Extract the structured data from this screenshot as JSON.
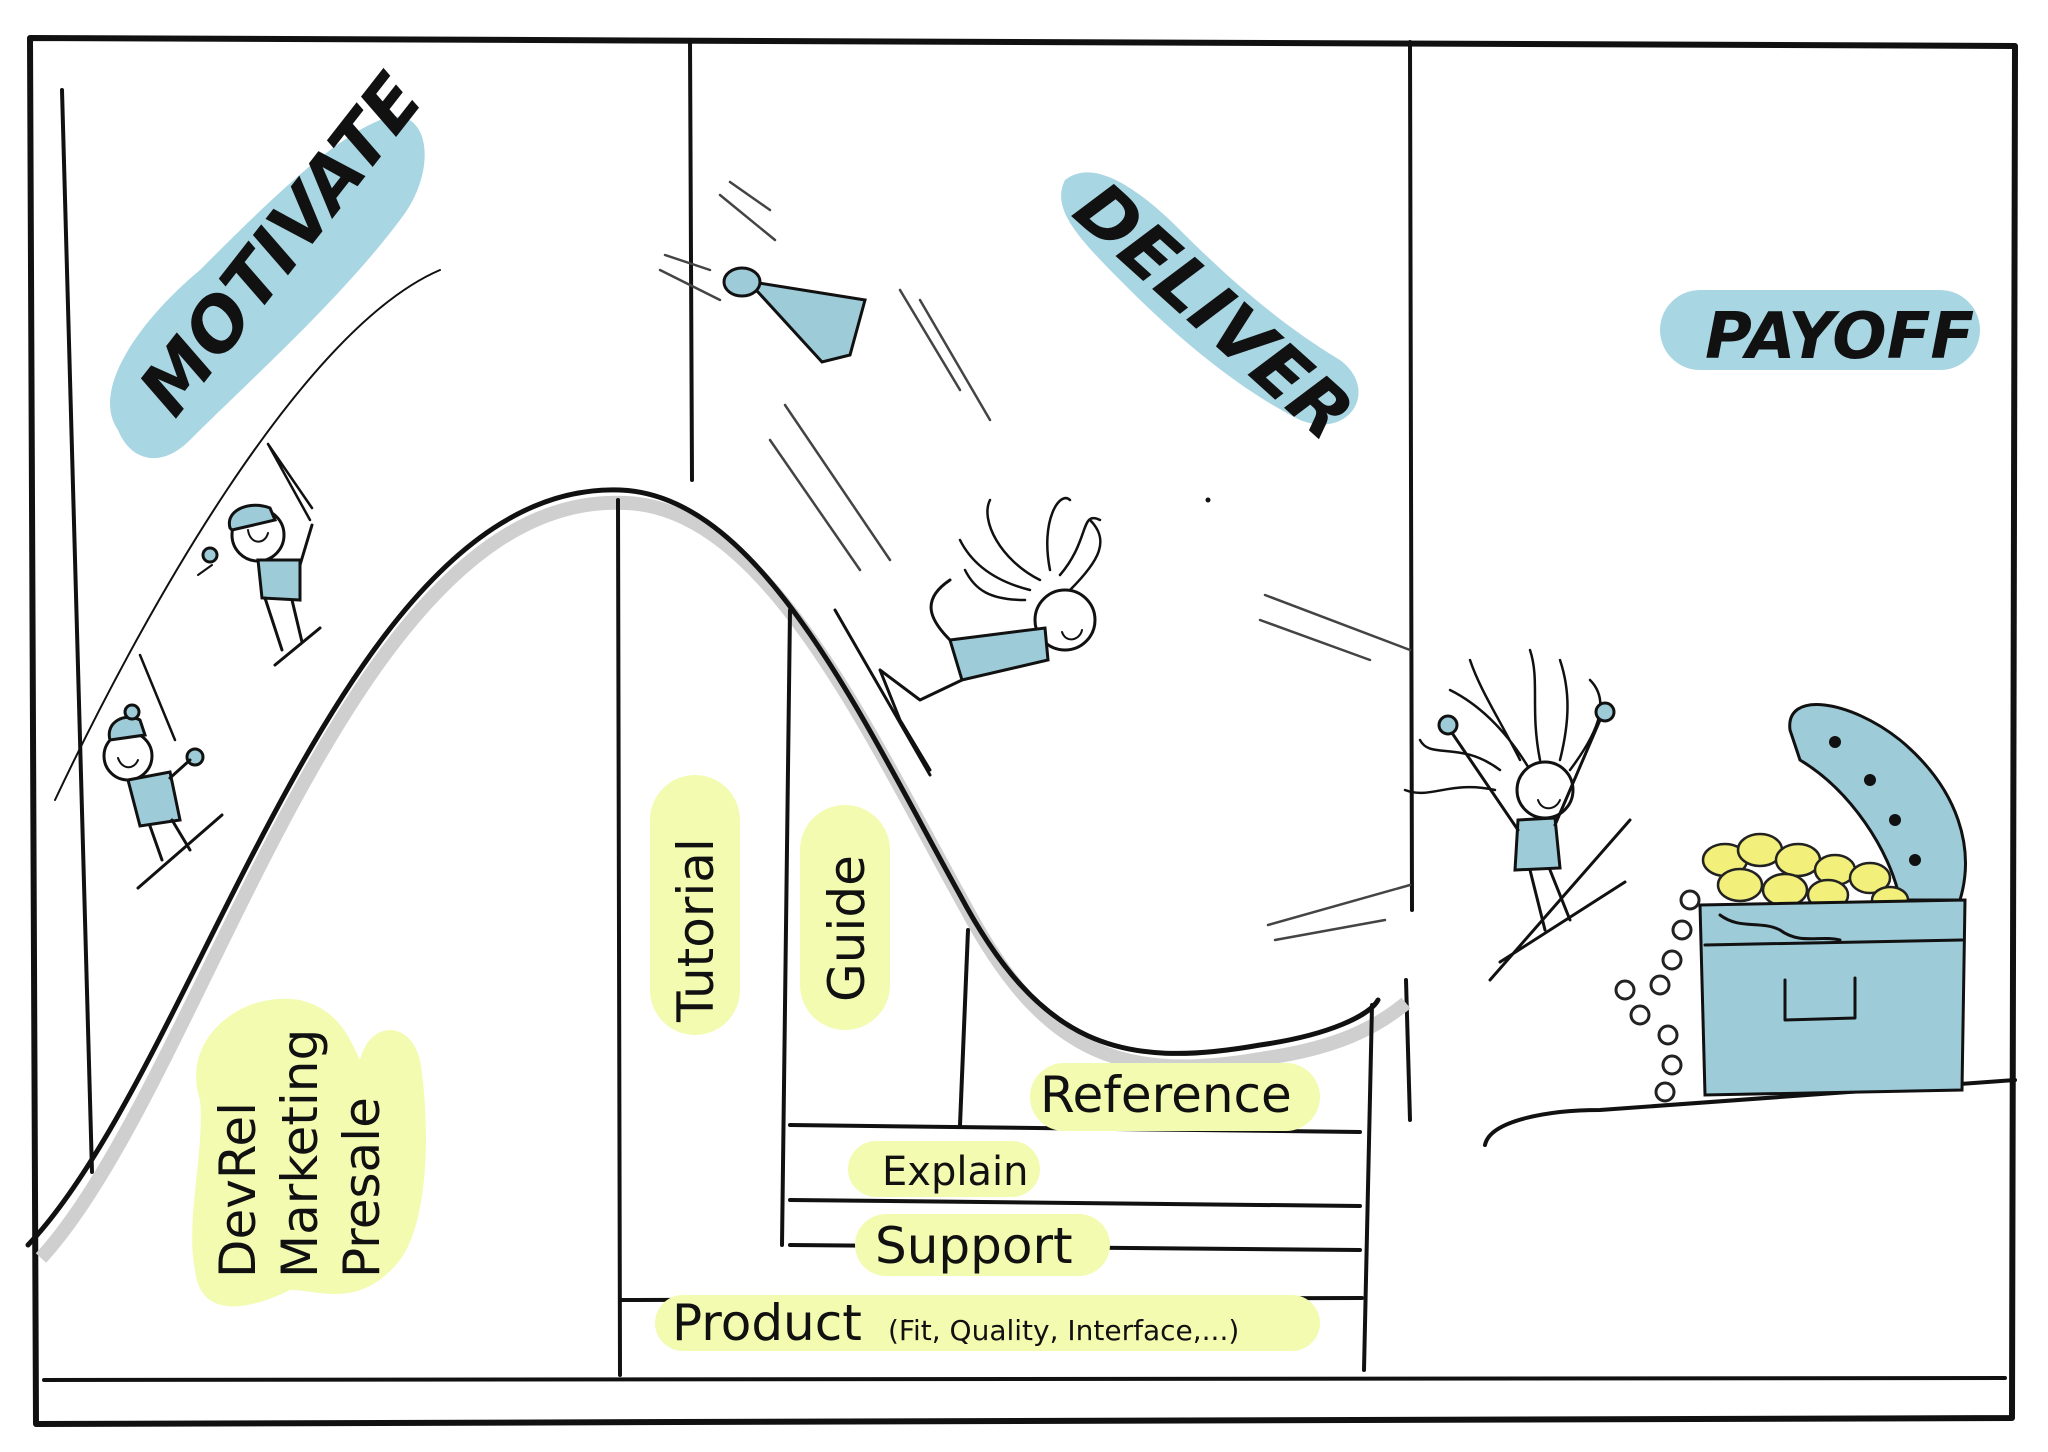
{
  "stages": {
    "motivate": "MOTIVATE",
    "deliver": "DELIVER",
    "payoff": "PAYOFF"
  },
  "motivate_labels": [
    "DevRel",
    "Marketing",
    "Presale"
  ],
  "deliver_columns": {
    "tutorial": "Tutorial",
    "guide": "Guide"
  },
  "stack_layers": {
    "reference": "Reference",
    "explain": "Explain",
    "support": "Support",
    "product": "Product",
    "product_note": "(Fit, Quality, Interface,...)"
  },
  "colors": {
    "highlight_blue": "#a9d6e3",
    "highlight_yellow": "#f3fbb0",
    "figure_blue": "#9dcbd8",
    "ink": "#111111",
    "gold": "#f2ef7a"
  }
}
